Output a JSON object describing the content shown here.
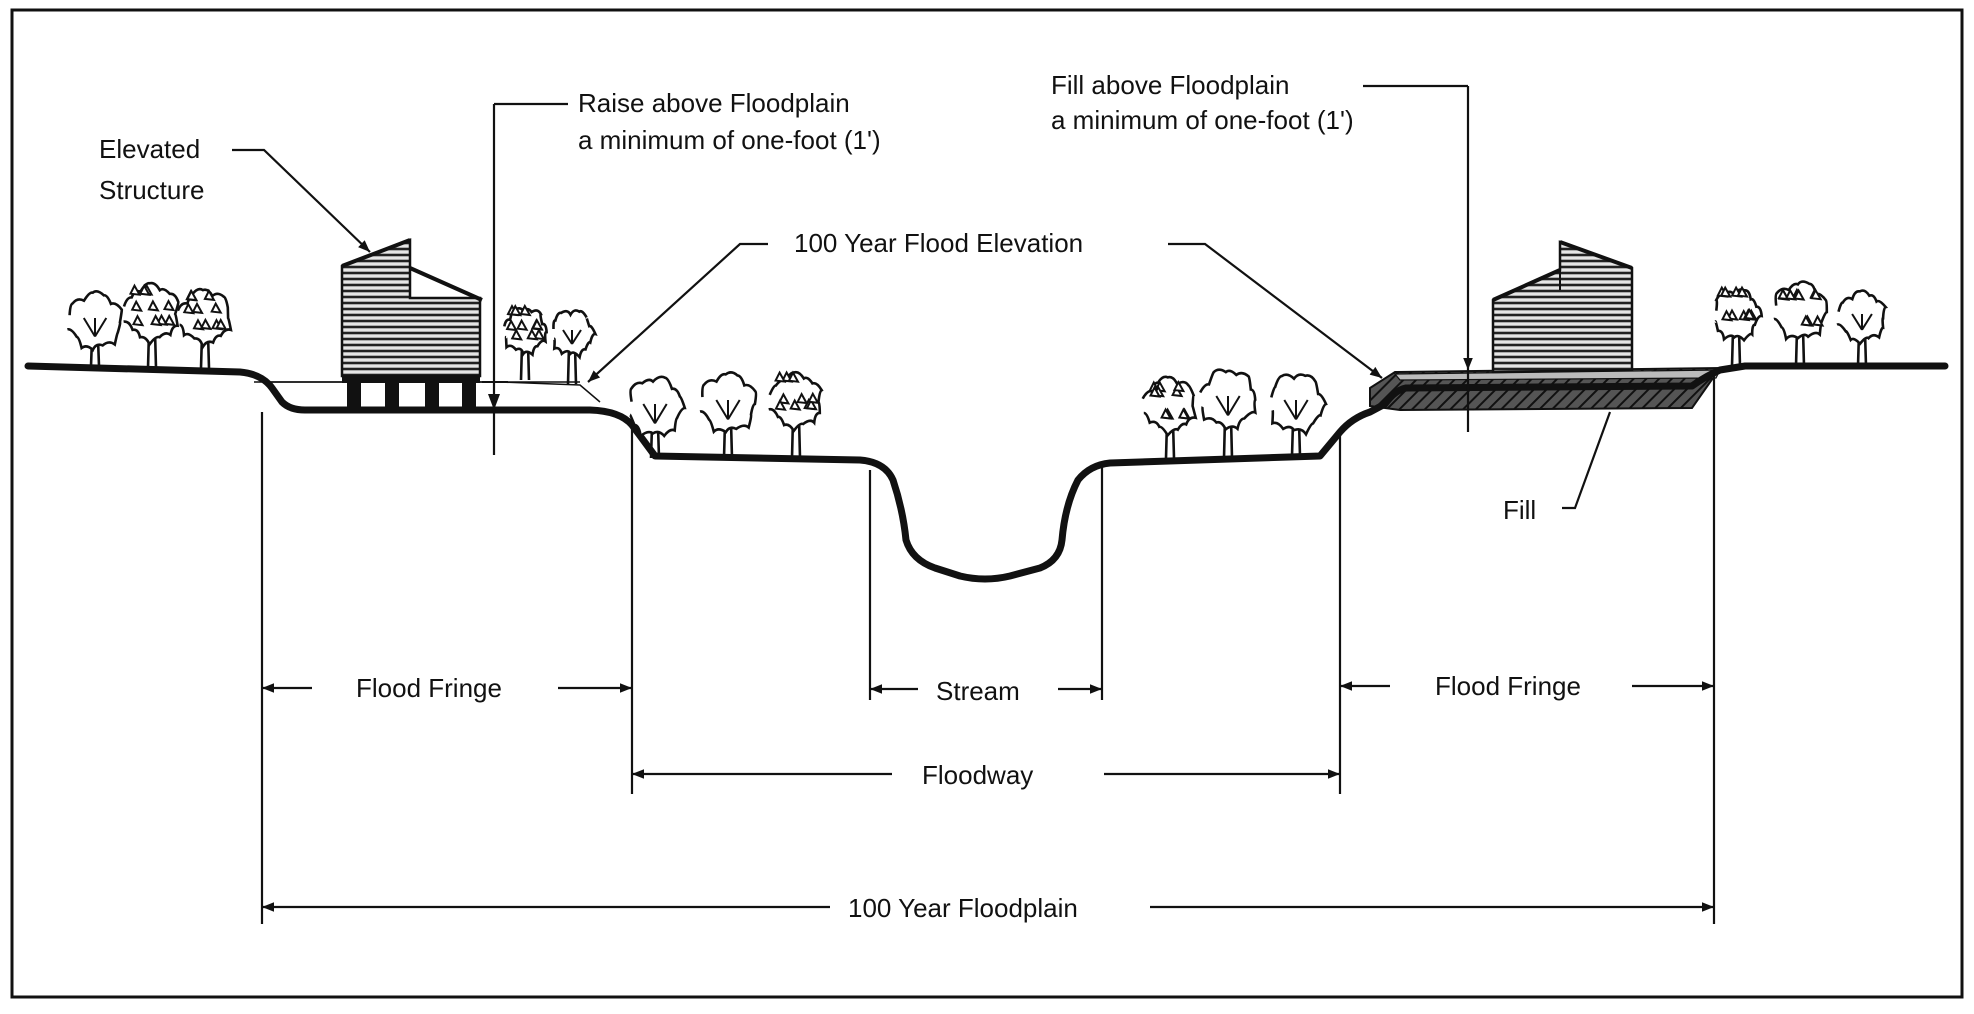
{
  "labels": {
    "elevated_structure_line1": "Elevated",
    "elevated_structure_line2": "Structure",
    "raise_line1": "Raise above Floodplain",
    "raise_line2": "a minimum of one-foot (1')",
    "fill_above_line1": "Fill above Floodplain",
    "fill_above_line2": "a minimum of one-foot (1')",
    "flood_elevation": "100 Year Flood Elevation",
    "fill": "Fill",
    "flood_fringe_left": "Flood Fringe",
    "stream": "Stream",
    "flood_fringe_right": "Flood Fringe",
    "floodway": "Floodway",
    "floodplain": "100 Year Floodplain"
  }
}
